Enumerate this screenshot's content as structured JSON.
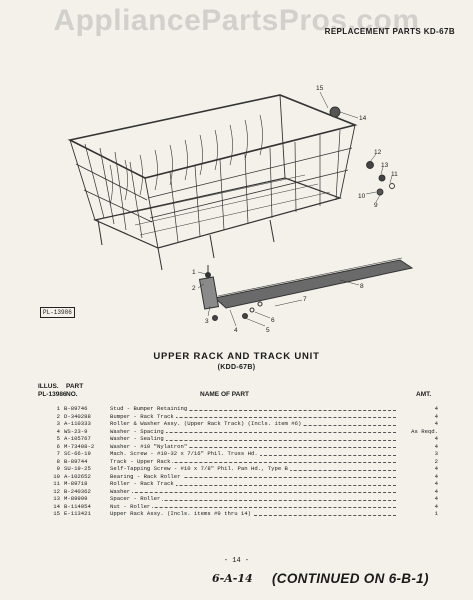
{
  "watermark": "AppliancePartsPros.com",
  "header": "REPLACEMENT PARTS KD-67B",
  "diagram": {
    "tag": "PL-13986",
    "callouts": [
      "15",
      "14",
      "12",
      "13",
      "11",
      "10",
      "9",
      "8",
      "7",
      "6",
      "5",
      "4",
      "3",
      "2",
      "1"
    ]
  },
  "title": "UPPER RACK AND TRACK UNIT",
  "subtitle": "(KDD-67B)",
  "columns": {
    "illus_line1": "ILLUS.",
    "illus_line2": "PL-13986",
    "part_line1": "PART",
    "part_line2": "NO.",
    "name": "NAME OF PART",
    "amt": "AMT."
  },
  "parts": [
    {
      "illus": "1",
      "part": "B-89746",
      "name": "Stud - Bumper Retaining",
      "amt": "4"
    },
    {
      "illus": "2",
      "part": "D-340288",
      "name": "Bumper - Rack Track",
      "amt": "4"
    },
    {
      "illus": "3",
      "part": "A-110333",
      "name": "Roller & Washer Assy. (Upper Rack Track) (Incls. item #6)",
      "amt": "4"
    },
    {
      "illus": "4",
      "part": "WS-23-9",
      "name": "Washer - Spacing",
      "amt": "As Reqd."
    },
    {
      "illus": "5",
      "part": "A-105767",
      "name": "Washer - Sealing",
      "amt": "4"
    },
    {
      "illus": "6",
      "part": "M-73408-2",
      "name": "Washer - #10 \"Nylatron\"",
      "amt": "4"
    },
    {
      "illus": "7",
      "part": "SC-66-19",
      "name": "Mach. Screw - #10-32 x 7/16\" Phil. Truss Hd.",
      "amt": "3"
    },
    {
      "illus": "8",
      "part": "B-89744",
      "name": "Track - Upper Rack",
      "amt": "2"
    },
    {
      "illus": "9",
      "part": "SU-19-25",
      "name": "Self-Tapping Screw - #10 x 7/8\" Phil. Pan Hd., Type B",
      "amt": "4"
    },
    {
      "illus": "10",
      "part": "A-102652",
      "name": "Bearing - Rack Roller",
      "amt": "4"
    },
    {
      "illus": "11",
      "part": "M-89718",
      "name": "Roller - Rack Track",
      "amt": "4"
    },
    {
      "illus": "12",
      "part": "B-240362",
      "name": "Washer",
      "amt": "4"
    },
    {
      "illus": "13",
      "part": "M-89999",
      "name": "Spacer - Roller",
      "amt": "4"
    },
    {
      "illus": "14",
      "part": "B-114054",
      "name": "Nut - Roller",
      "amt": "4"
    },
    {
      "illus": "15",
      "part": "E-113421",
      "name": "Upper Rack Assy. (Incls. items #9 thru 14)",
      "amt": "1"
    }
  ],
  "page_number": "- 14 -",
  "handwritten_ref": "6-A-14",
  "continued": "(CONTINUED ON 6-B-1)"
}
